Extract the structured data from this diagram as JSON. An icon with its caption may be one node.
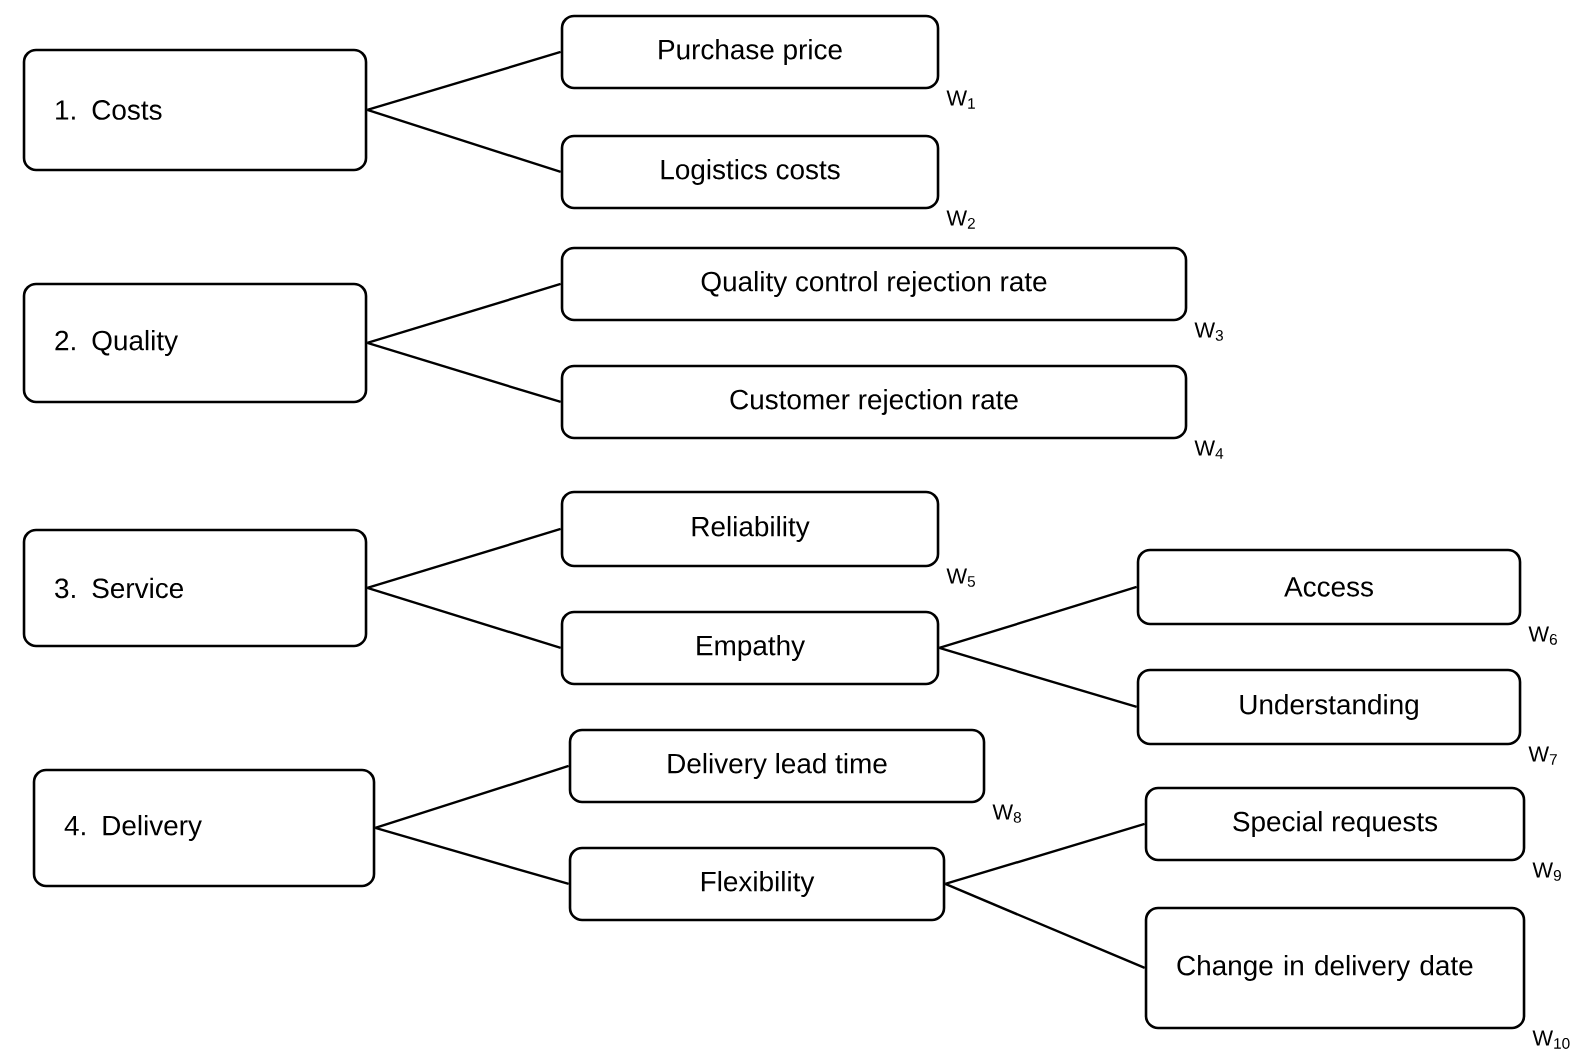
{
  "diagram": {
    "nodes": [
      {
        "text": [
          "1. Costs"
        ]
      },
      {
        "text": [
          "Purchase price"
        ],
        "beside": [
          "W$_{1}$"
        ]
      },
      {
        "text": [
          "Logistics costs"
        ],
        "beside": [
          "W$_{2}$"
        ]
      },
      {
        "text": [
          "2. Quality"
        ]
      },
      {
        "text": [
          "Quality control rejection rate"
        ],
        "beside": [
          "W$_{3}$"
        ]
      },
      {
        "text": [
          "Customer rejection rate"
        ],
        "beside": [
          "W$_{4}$"
        ]
      },
      {
        "text": [
          "3. Service"
        ]
      },
      {
        "text": [
          "Reliability"
        ],
        "beside": [
          "W$_{5}$"
        ]
      },
      {
        "text": [
          "Empathy"
        ]
      },
      {
        "text": [
          "Access"
        ],
        "beside": [
          "W$_{6}$"
        ]
      },
      {
        "text": [
          "Understanding"
        ],
        "beside": [
          "W$_{7}$"
        ]
      },
      {
        "text": [
          "4. Delivery"
        ]
      },
      {
        "text": [
          "Delivery lead time"
        ],
        "beside": [
          "W$_{8}$"
        ]
      },
      {
        "text": [
          "Flexibility"
        ]
      },
      {
        "text": [
          "Special requests"
        ],
        "beside": [
          "W$_{9}$"
        ]
      },
      {
        "text": [
          "Change in delivery date"
        ],
        "beside": [
          "W$_{10}$"
        ]
      }
    ],
    "edges": [
      {
        "from": 0,
        "to": 1,
        "arrow": "none"
      },
      {
        "from": 0,
        "to": 2,
        "arrow": "none"
      },
      {
        "from": 3,
        "to": 4,
        "arrow": "none"
      },
      {
        "from": 3,
        "to": 5,
        "arrow": "none"
      },
      {
        "from": 6,
        "to": 7,
        "arrow": "none"
      },
      {
        "from": 6,
        "to": 8,
        "arrow": "none"
      },
      {
        "from": 8,
        "to": 9,
        "arrow": "none"
      },
      {
        "from": 8,
        "to": 10,
        "arrow": "none"
      },
      {
        "from": 11,
        "to": 12,
        "arrow": "none"
      },
      {
        "from": 11,
        "to": 13,
        "arrow": "none"
      },
      {
        "from": 13,
        "to": 14,
        "arrow": "none"
      },
      {
        "from": 13,
        "to": 15,
        "arrow": "none"
      }
    ]
  }
}
